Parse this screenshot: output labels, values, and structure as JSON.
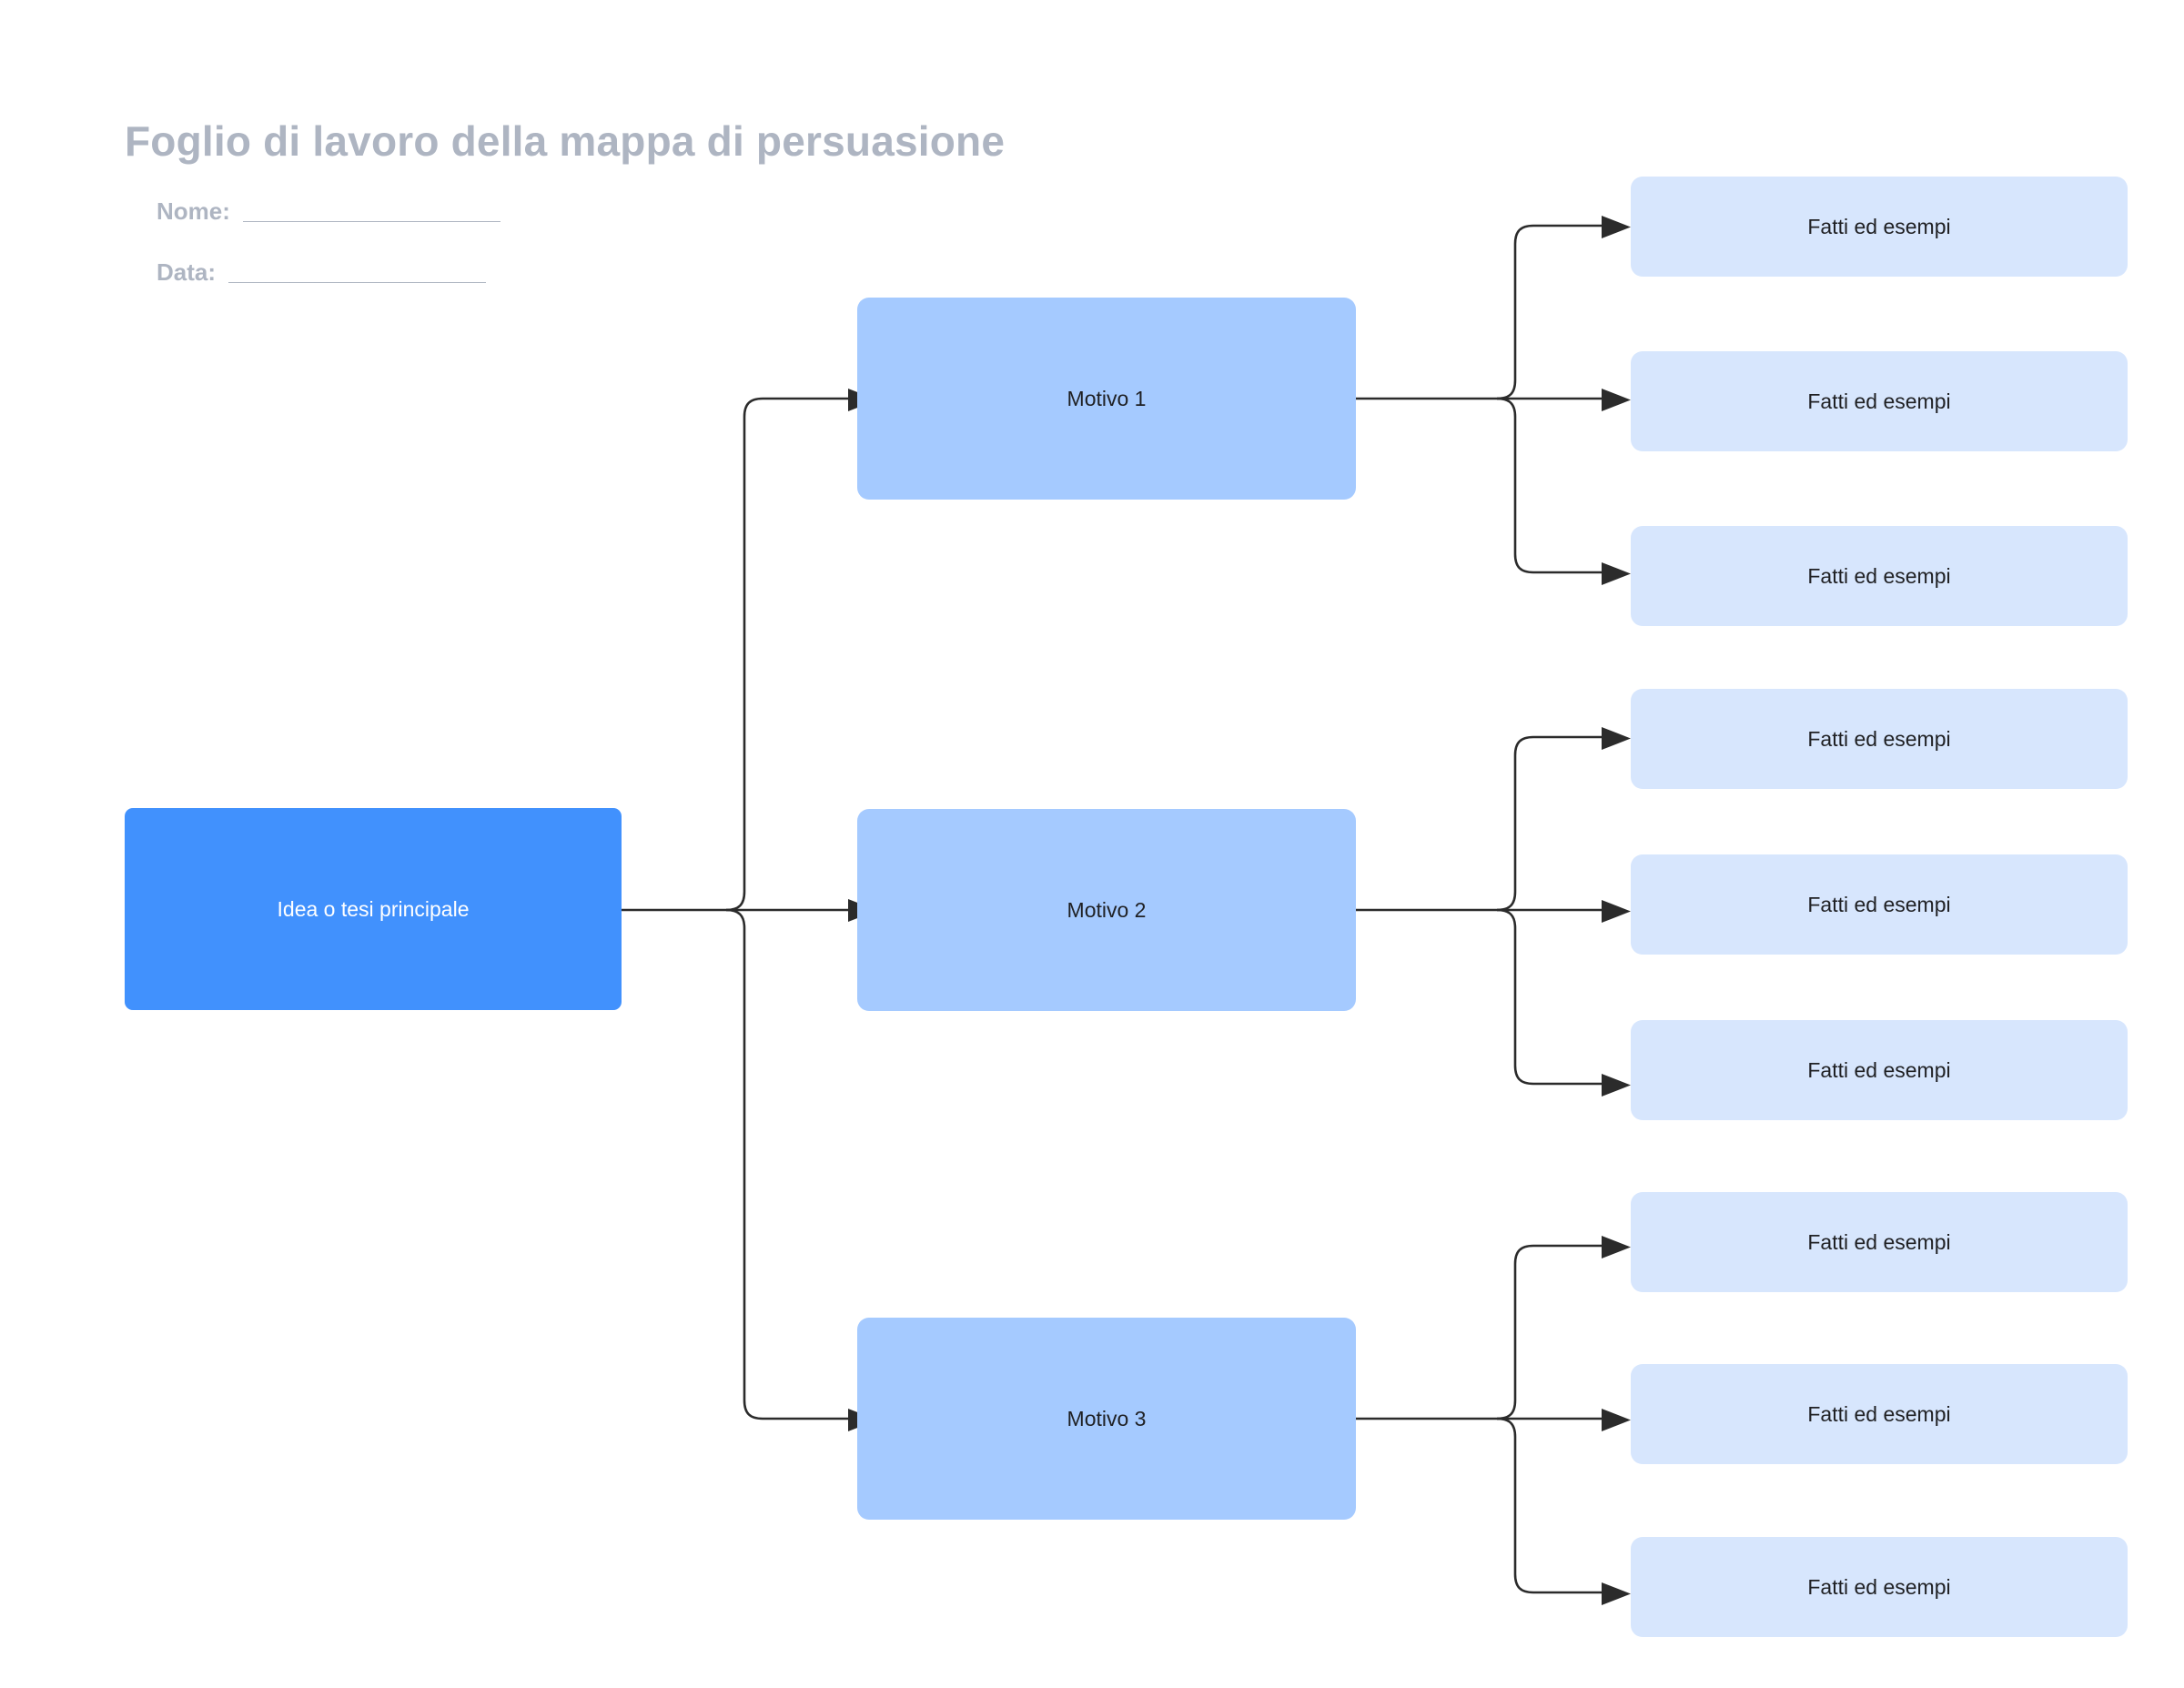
{
  "header": {
    "title": "Foglio di lavoro della mappa di persuasione",
    "fields": [
      {
        "label": "Nome:",
        "rule": "_____________________"
      },
      {
        "label": "Data:",
        "rule": "_____________________"
      }
    ]
  },
  "colors": {
    "page_background": "#ffffff",
    "title_text": "#aeb5c2",
    "thesis_fill": "#4191fd",
    "thesis_text": "#ffffff",
    "reason_fill": "#a5caff",
    "reason_text": "#1f2023",
    "fact_fill": "#d7e6fd",
    "fact_text": "#1f2023",
    "connector_stroke": "#2b2b2b"
  },
  "diagram": {
    "type": "persuasion-map-tree",
    "root": {
      "label": "Idea o tesi principale"
    },
    "branches": [
      {
        "label": "Motivo 1",
        "leaves": [
          {
            "label": "Fatti ed esempi"
          },
          {
            "label": "Fatti ed esempi"
          },
          {
            "label": "Fatti ed esempi"
          }
        ]
      },
      {
        "label": "Motivo 2",
        "leaves": [
          {
            "label": "Fatti ed esempi"
          },
          {
            "label": "Fatti ed esempi"
          },
          {
            "label": "Fatti ed esempi"
          }
        ]
      },
      {
        "label": "Motivo 3",
        "leaves": [
          {
            "label": "Fatti ed esempi"
          },
          {
            "label": "Fatti ed esempi"
          },
          {
            "label": "Fatti ed esempi"
          }
        ]
      }
    ]
  }
}
